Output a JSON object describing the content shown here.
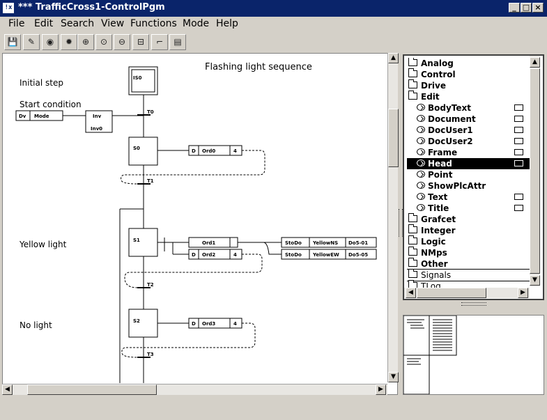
{
  "window": {
    "title": "*** TrafficCross1-ControlPgm",
    "app_icon_label": "!x",
    "minimize": "_",
    "maximize": "□",
    "close": "×"
  },
  "menu": [
    {
      "label": "File"
    },
    {
      "label": "Edit"
    },
    {
      "label": "Search"
    },
    {
      "label": "View"
    },
    {
      "label": "Functions"
    },
    {
      "label": "Mode"
    },
    {
      "label": "Help"
    }
  ],
  "toolbar_icons": [
    "save-icon",
    "pencil-icon",
    "eye-icon",
    "gear-icon",
    "zoom-in-icon",
    "zoom-reset-icon",
    "zoom-out-icon",
    "object-icon",
    "connection-icon",
    "plc-icon"
  ],
  "toolbar_glyphs": [
    "💾",
    "✎",
    "◉",
    "✹",
    "⊕",
    "⊙",
    "⊖",
    "⊟",
    "⌐",
    "▤"
  ],
  "diagram": {
    "title": "Flashing light sequence",
    "labels": {
      "initial": "Initial step",
      "start": "Start condition",
      "yellow": "Yellow light",
      "nolight": "No light"
    },
    "dv": "Dv",
    "mode": "Mode",
    "inv": "Inv",
    "inv0": "Inv0",
    "init_step": "IS0",
    "steps": [
      "S0",
      "S1",
      "S2"
    ],
    "transitions": [
      "T0",
      "T1",
      "T2",
      "T3"
    ],
    "orders": [
      {
        "type": "D",
        "name": "Ord0",
        "time": "4"
      },
      {
        "type": "",
        "name": "Ord1",
        "time": ""
      },
      {
        "type": "D",
        "name": "Ord2",
        "time": "4"
      },
      {
        "type": "D",
        "name": "Ord3",
        "time": "4"
      }
    ],
    "outputs": [
      {
        "op": "StoDo",
        "sig": "YellowNS",
        "dest": "Do5-01"
      },
      {
        "op": "StoDo",
        "sig": "YellowEW",
        "dest": "Do5-05"
      }
    ]
  },
  "palette": {
    "items": [
      {
        "label": "Analog",
        "kind": "folder"
      },
      {
        "label": "Control",
        "kind": "folder"
      },
      {
        "label": "Drive",
        "kind": "folder"
      },
      {
        "label": "Edit",
        "kind": "folder-open"
      },
      {
        "label": "BodyText",
        "kind": "object"
      },
      {
        "label": "Document",
        "kind": "object"
      },
      {
        "label": "DocUser1",
        "kind": "object"
      },
      {
        "label": "DocUser2",
        "kind": "object"
      },
      {
        "label": "Frame",
        "kind": "object"
      },
      {
        "label": "Head",
        "kind": "object",
        "selected": true
      },
      {
        "label": "Point",
        "kind": "object"
      },
      {
        "label": "ShowPlcAttr",
        "kind": "object"
      },
      {
        "label": "Text",
        "kind": "object"
      },
      {
        "label": "Title",
        "kind": "object"
      },
      {
        "label": "Grafcet",
        "kind": "folder"
      },
      {
        "label": "Integer",
        "kind": "folder"
      },
      {
        "label": "Logic",
        "kind": "folder"
      },
      {
        "label": "NMps",
        "kind": "folder"
      },
      {
        "label": "Other",
        "kind": "folder"
      },
      {
        "label": "Signals",
        "kind": "folder",
        "focused": true
      },
      {
        "label": "TLog",
        "kind": "folder"
      }
    ]
  },
  "colors": {
    "titlebar": "#0a246a",
    "selection": "#000000"
  }
}
